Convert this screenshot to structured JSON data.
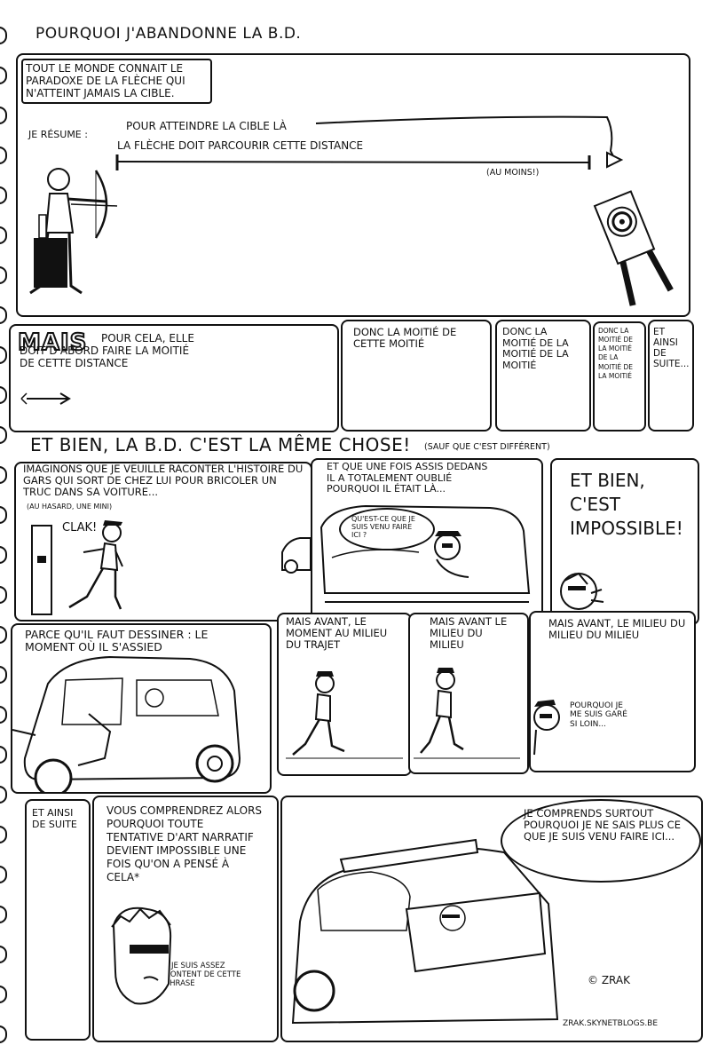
{
  "page_title": "Pourquoi j'abandonne la B.D.",
  "row1": {
    "caption": "Tout le monde connait le paradoxe de la flèche qui n'atteint jamais la cible.",
    "resume_label": "Je résume :",
    "line1": "Pour atteindre la cible là",
    "line2": "la flèche doit parcourir cette distance",
    "au_moins": "(au moins!)"
  },
  "row2": {
    "mais": "MAIS",
    "p1_text": "pour cela, elle doit d'abord faire la moitié de cette distance",
    "p2_text": "Donc la moitié de cette moitié",
    "p3_text": "Donc la moitié de la moitié de la moitié",
    "p4_text": "Donc la moitié de la moitié de la moitié de la moitié",
    "p5_text": "Et ainsi de suite..."
  },
  "row3": {
    "banner": "Et bien, la B.D. c'est la même chose!",
    "banner_aside": "(sauf que c'est différent)",
    "p1_text": "Imaginons que je veuille raconter l'histoire du gars qui sort de chez lui pour bricoler un truc dans sa voiture...",
    "p1_aside": "(au hasard, une Mini)",
    "sfx": "Clak!",
    "p2_text": "Et que une fois assis dedans il a totalement oublié pourquoi il était là...",
    "p2_bubble": "Qu'est-ce que je suis venu faire ici ?",
    "p3_text": "Et bien, c'est impossible!"
  },
  "row4": {
    "p1_text": "Parce qu'il faut dessiner : le moment où il s'assied",
    "p2_text": "Mais avant, le moment au milieu du trajet",
    "p3_text": "Mais avant le milieu du milieu",
    "p4_text": "Mais avant, le milieu du milieu du milieu",
    "p4_bubble": "Pourquoi je me suis garé si loin..."
  },
  "row5": {
    "p1_text": "Et ainsi de suite",
    "p2_text": "Vous comprendrez alors pourquoi toute tentative d'art narratif devient impossible une fois qu'on a pensé à cela*",
    "p2_footnote": "* je suis assez content de cette phrase",
    "p3_bubble": "Je comprends surtout pourquoi je ne sais plus ce que je suis venu faire ici...",
    "signature": "© Zrak",
    "url": "zrak.skynetblogs.be"
  }
}
